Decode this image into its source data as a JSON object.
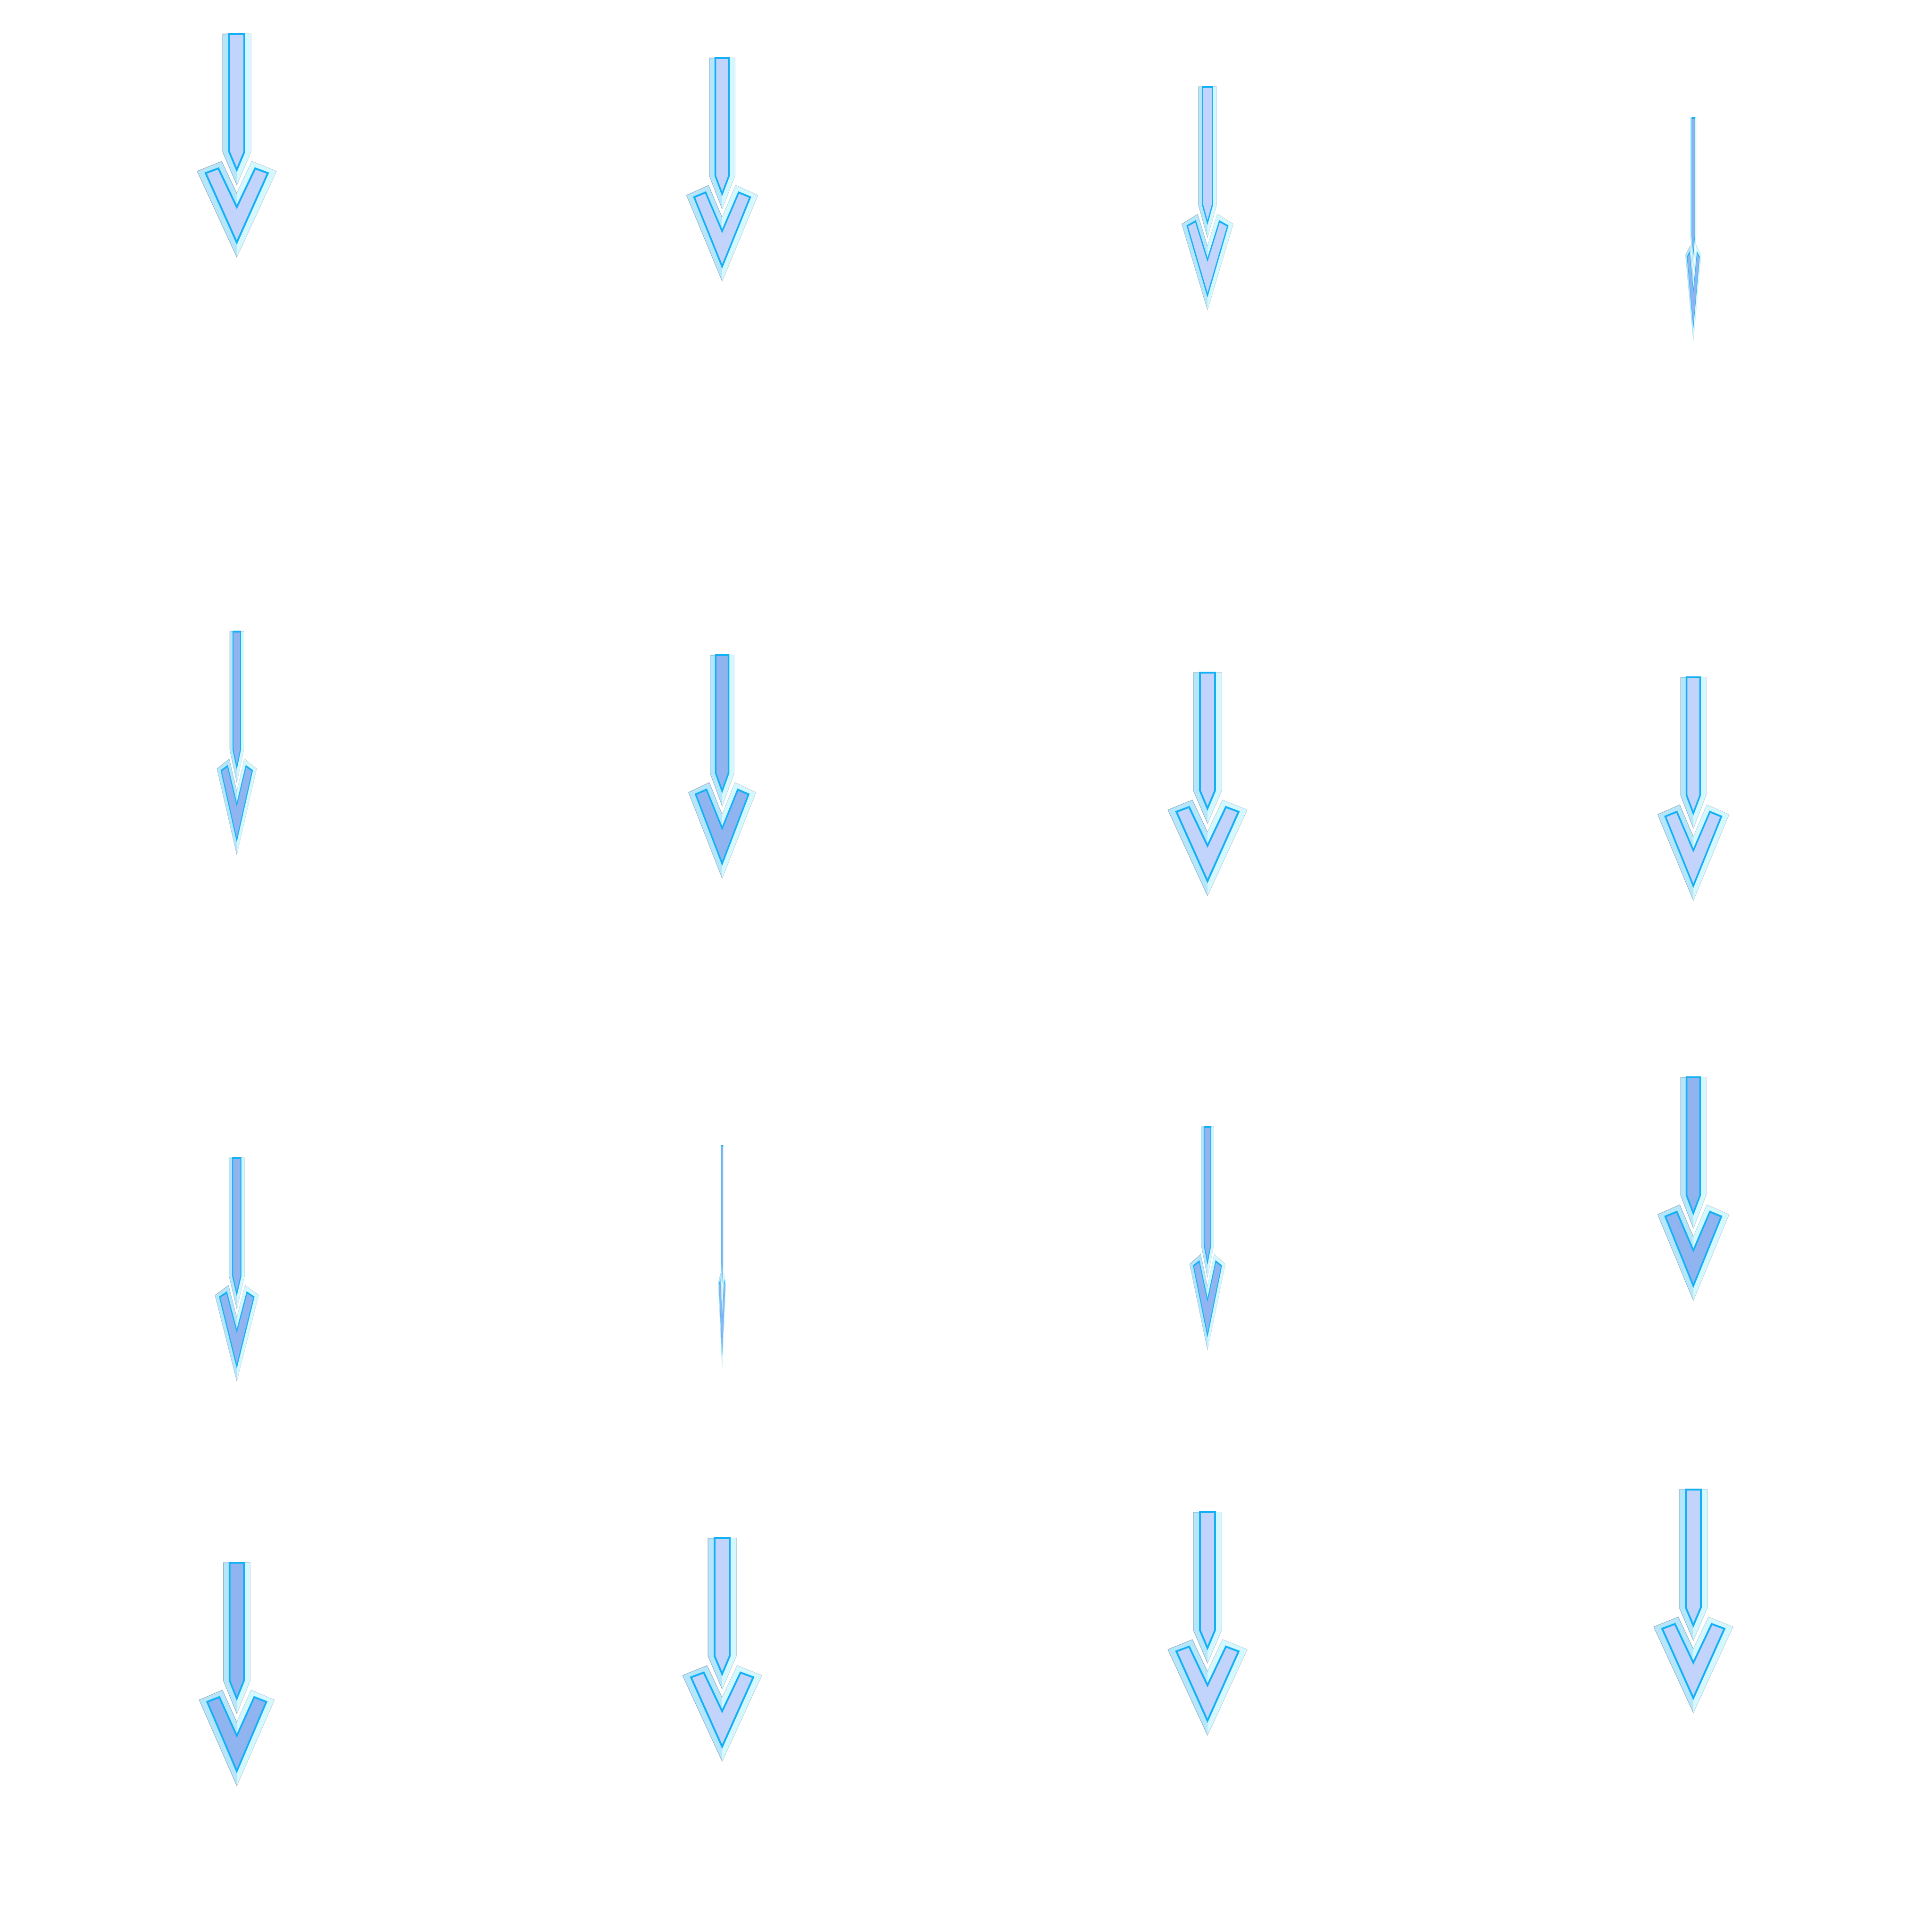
{
  "sprite": {
    "frames": 16,
    "columns": 4,
    "rows": 4,
    "icon": "down-arrow-icon",
    "colors": {
      "face": "#c2d4fc",
      "face_dark": "#8fb4f0",
      "bevel_light": "#d4f8fd",
      "bevel_mid": "#b5e6fb",
      "outline": "#14b0f5",
      "edge": "#8aa0b0"
    }
  }
}
